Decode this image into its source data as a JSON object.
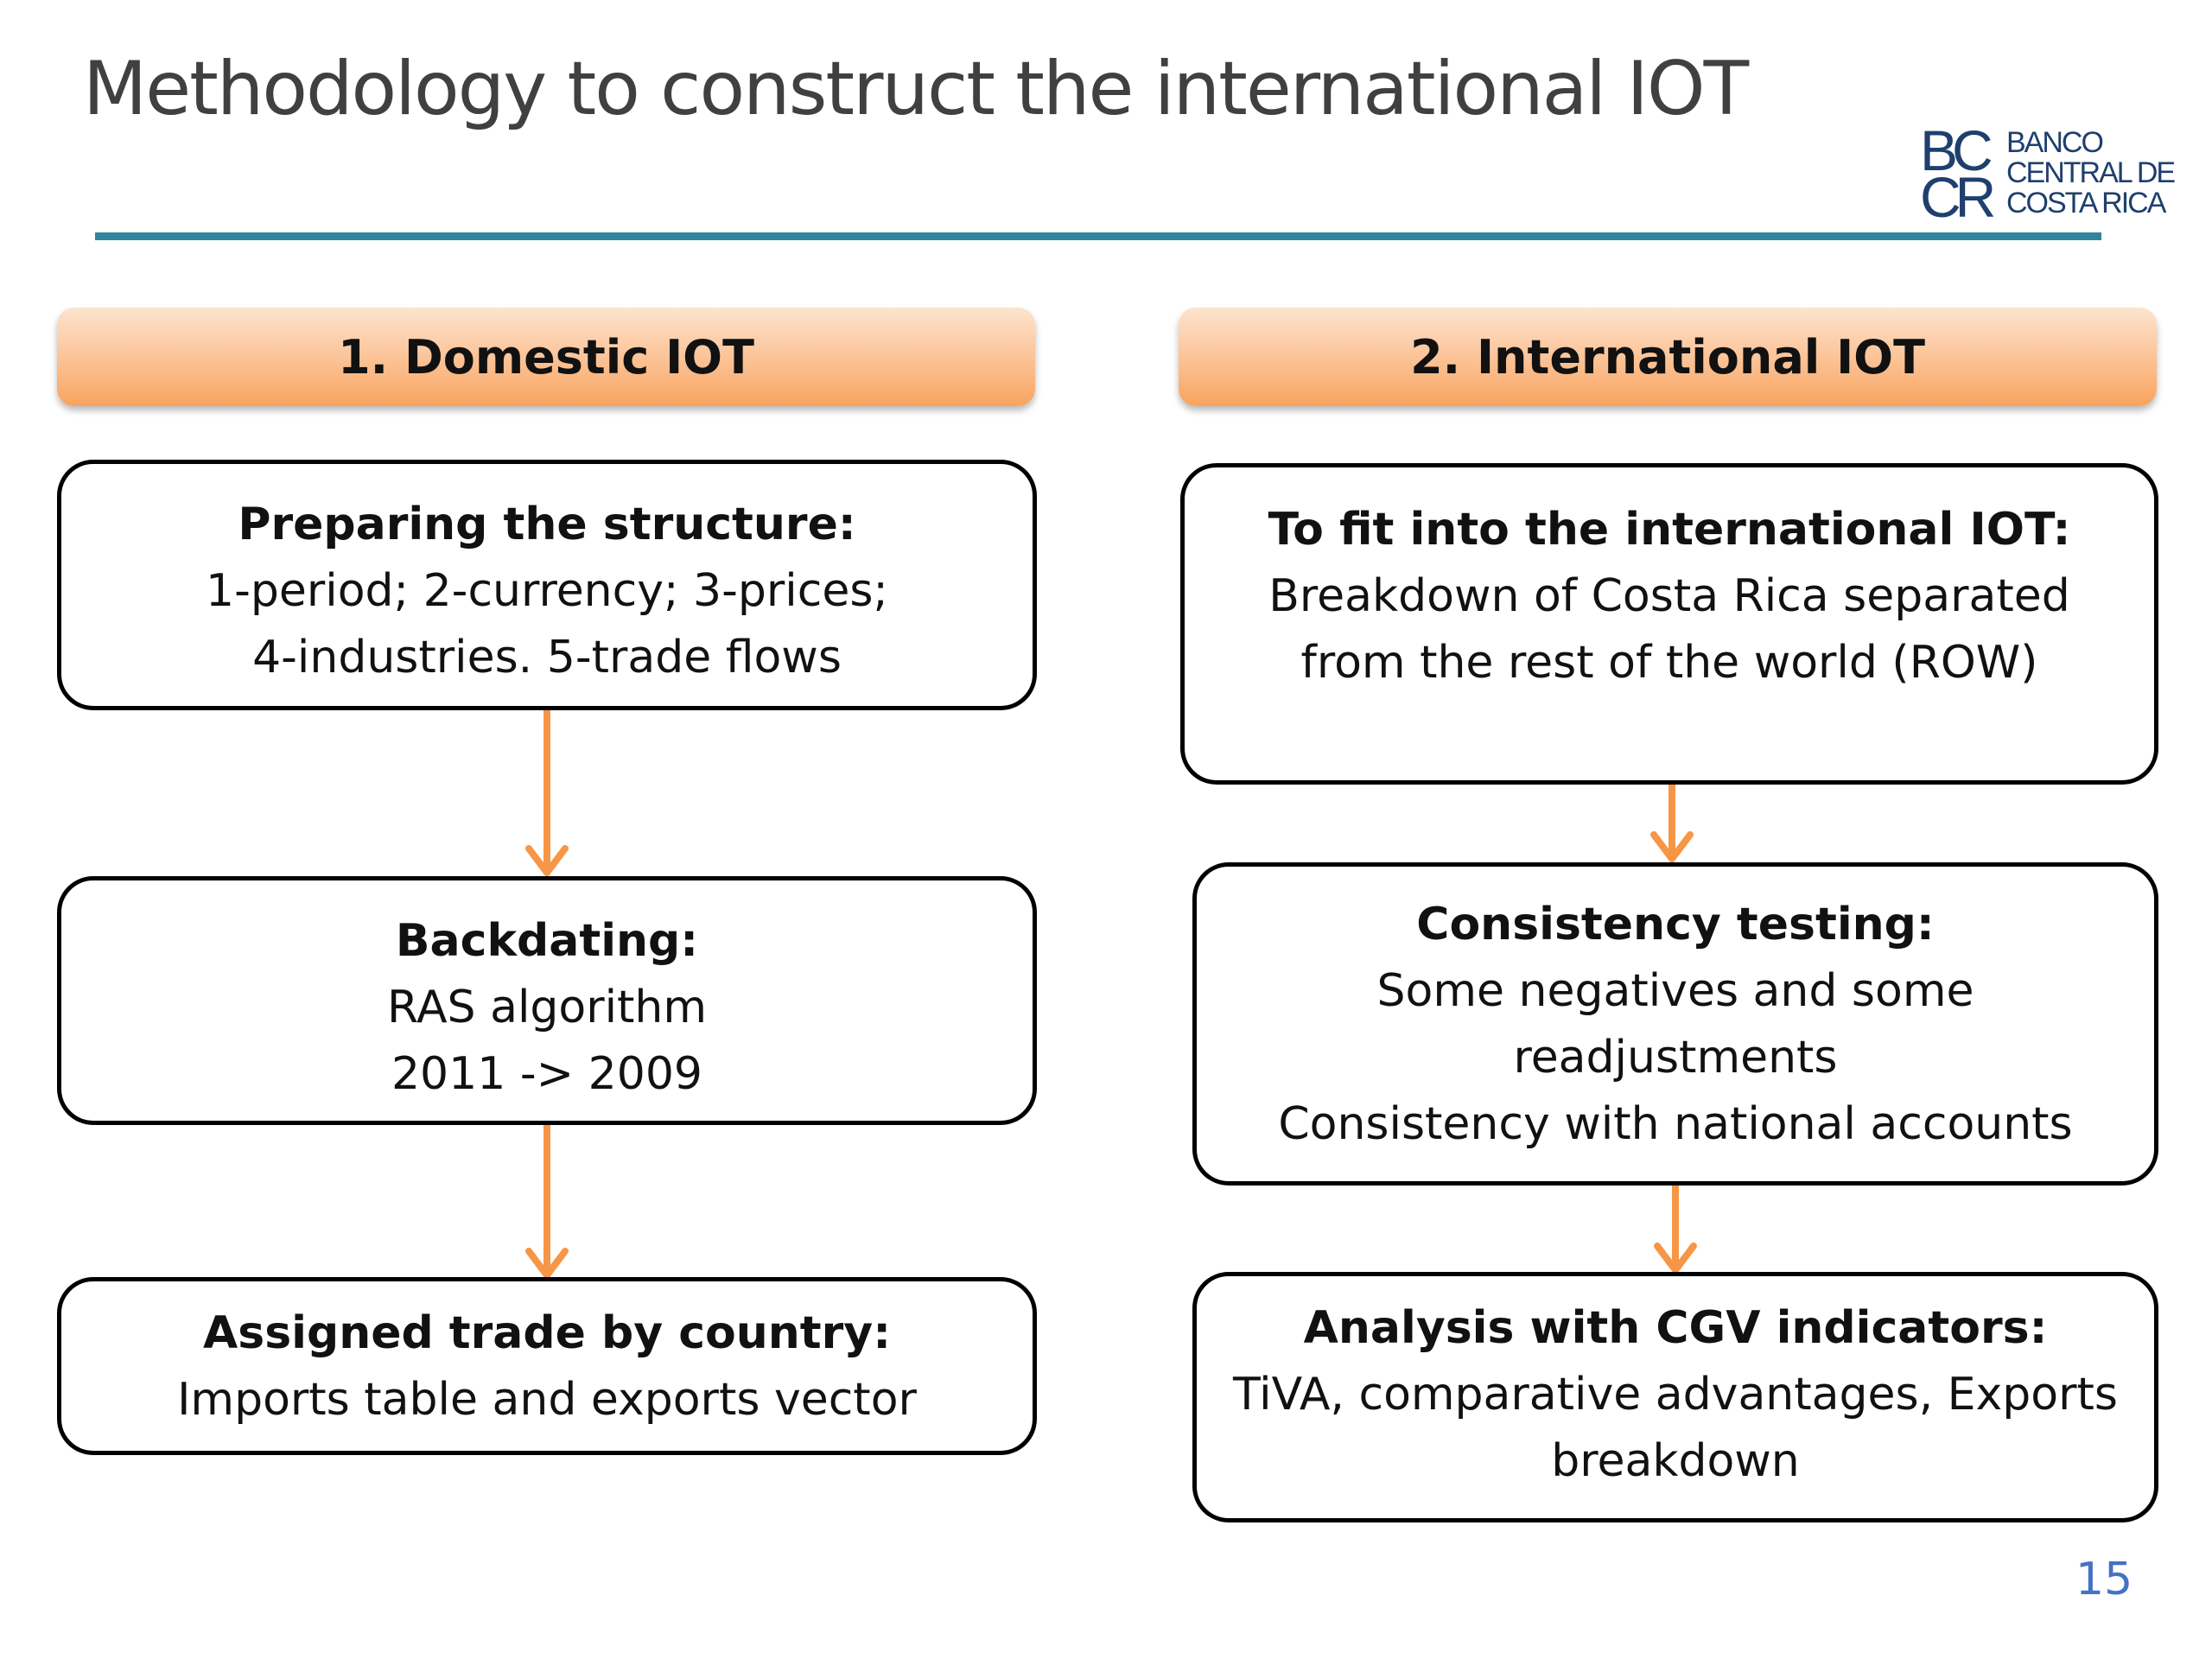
{
  "slide": {
    "title": "Methodology to construct the international IOT",
    "page_number": "15"
  },
  "logo": {
    "monogram_top": "BC",
    "monogram_bottom": "CR",
    "line1": "BANCO",
    "line2": "CENTRAL DE",
    "line3": "COSTA RICA",
    "color": "#1f3f6e"
  },
  "colors": {
    "accent_rule": "#31849b",
    "header_fill": "#fbc193",
    "arrow": "#f79646",
    "page_number": "#4472c4"
  },
  "columns": [
    {
      "header": "1. Domestic IOT",
      "steps": [
        {
          "heading": "Preparing the structure:",
          "lines": [
            "1-period; 2-currency; 3-prices;",
            "4-industries. 5-trade flows"
          ]
        },
        {
          "heading": "Backdating:",
          "lines": [
            "RAS algorithm",
            "2011 -> 2009"
          ]
        },
        {
          "heading": "Assigned trade by country:",
          "lines": [
            "Imports table and exports vector"
          ]
        }
      ]
    },
    {
      "header": "2. International IOT",
      "steps": [
        {
          "heading": "To fit into the international IOT:",
          "lines": [
            "Breakdown of Costa Rica separated",
            "from the rest of the world (ROW)"
          ]
        },
        {
          "heading": "Consistency testing:",
          "lines": [
            "Some negatives and some",
            "readjustments",
            "Consistency with national accounts"
          ]
        },
        {
          "heading": "Analysis with CGV indicators:",
          "lines": [
            "TiVA, comparative advantages, Exports",
            "breakdown"
          ]
        }
      ]
    }
  ]
}
